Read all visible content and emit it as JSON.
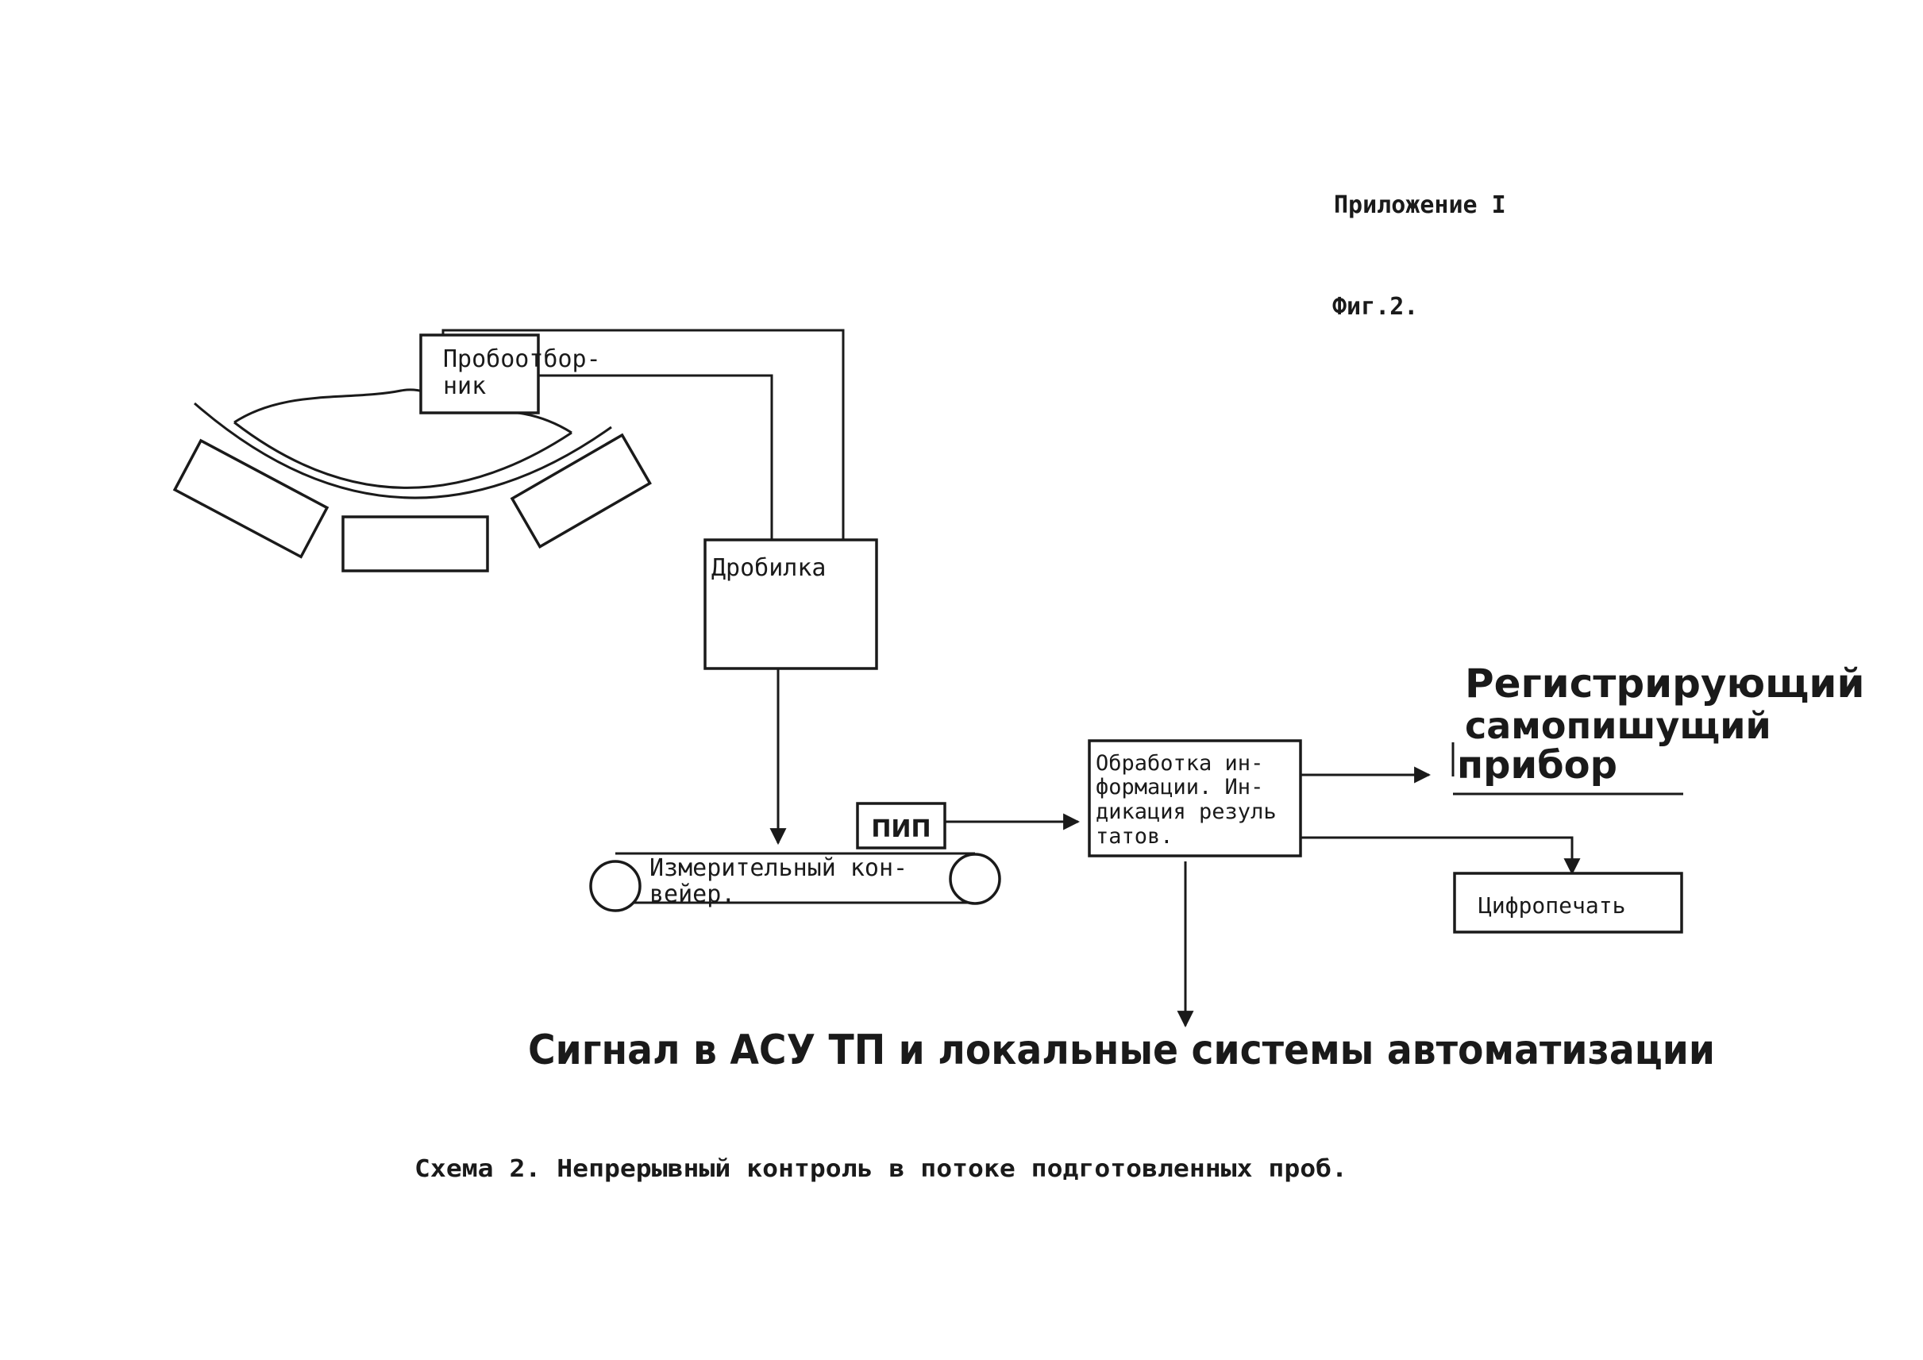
{
  "header": {
    "appendix": "Приложение I",
    "figure": "Фиг.2."
  },
  "nodes": {
    "sampler": {
      "line1": "Пробоотбор-",
      "line2": "ник"
    },
    "crusher": {
      "label": "Дробилка"
    },
    "pip": {
      "label": "ПИП"
    },
    "conveyor": {
      "line1": "Измерительный кон-",
      "line2": "вейер."
    },
    "processing": {
      "line1": "Обработка ин-",
      "line2": "формации. Ин-",
      "line3": "дикация резуль",
      "line4": "татов."
    },
    "recorder": {
      "line1": "Регистрирующий",
      "line2": "самопишущий",
      "line3": "прибор"
    },
    "printer": {
      "label": "Цифропечать"
    }
  },
  "signal_text": "Сигнал в АСУ ТП и локальные системы автоматизации",
  "caption": "Схема 2. Непрерывный контроль в потоке подготовленных проб."
}
